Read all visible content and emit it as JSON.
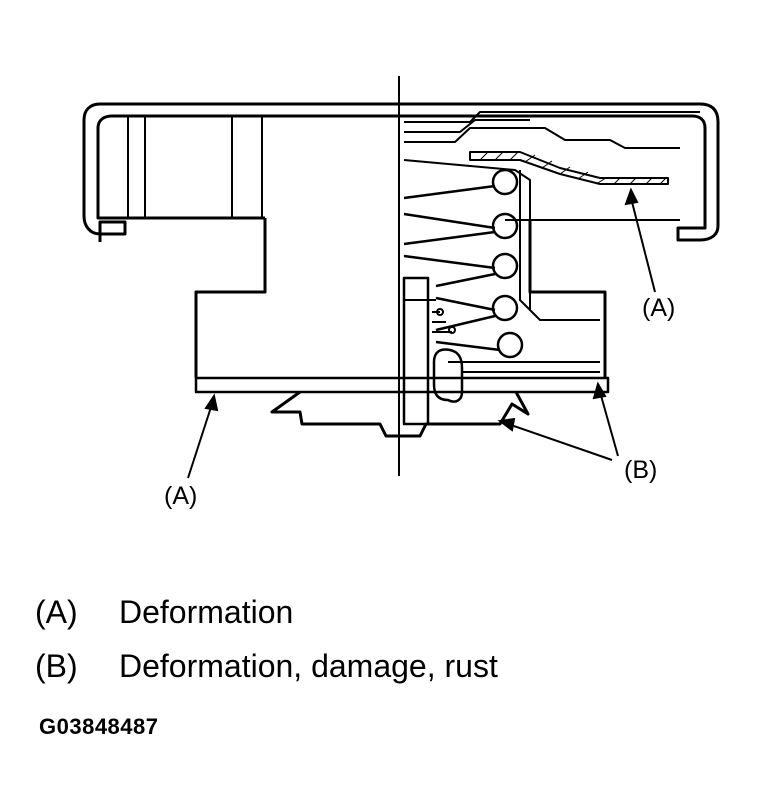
{
  "callouts": {
    "a_right": "(A)",
    "a_left": "(A)",
    "b": "(B)"
  },
  "legend": [
    {
      "key": "(A)",
      "text": "Deformation"
    },
    {
      "key": "(B)",
      "text": "Deformation, damage, rust"
    }
  ],
  "figure_code": "G03848487"
}
